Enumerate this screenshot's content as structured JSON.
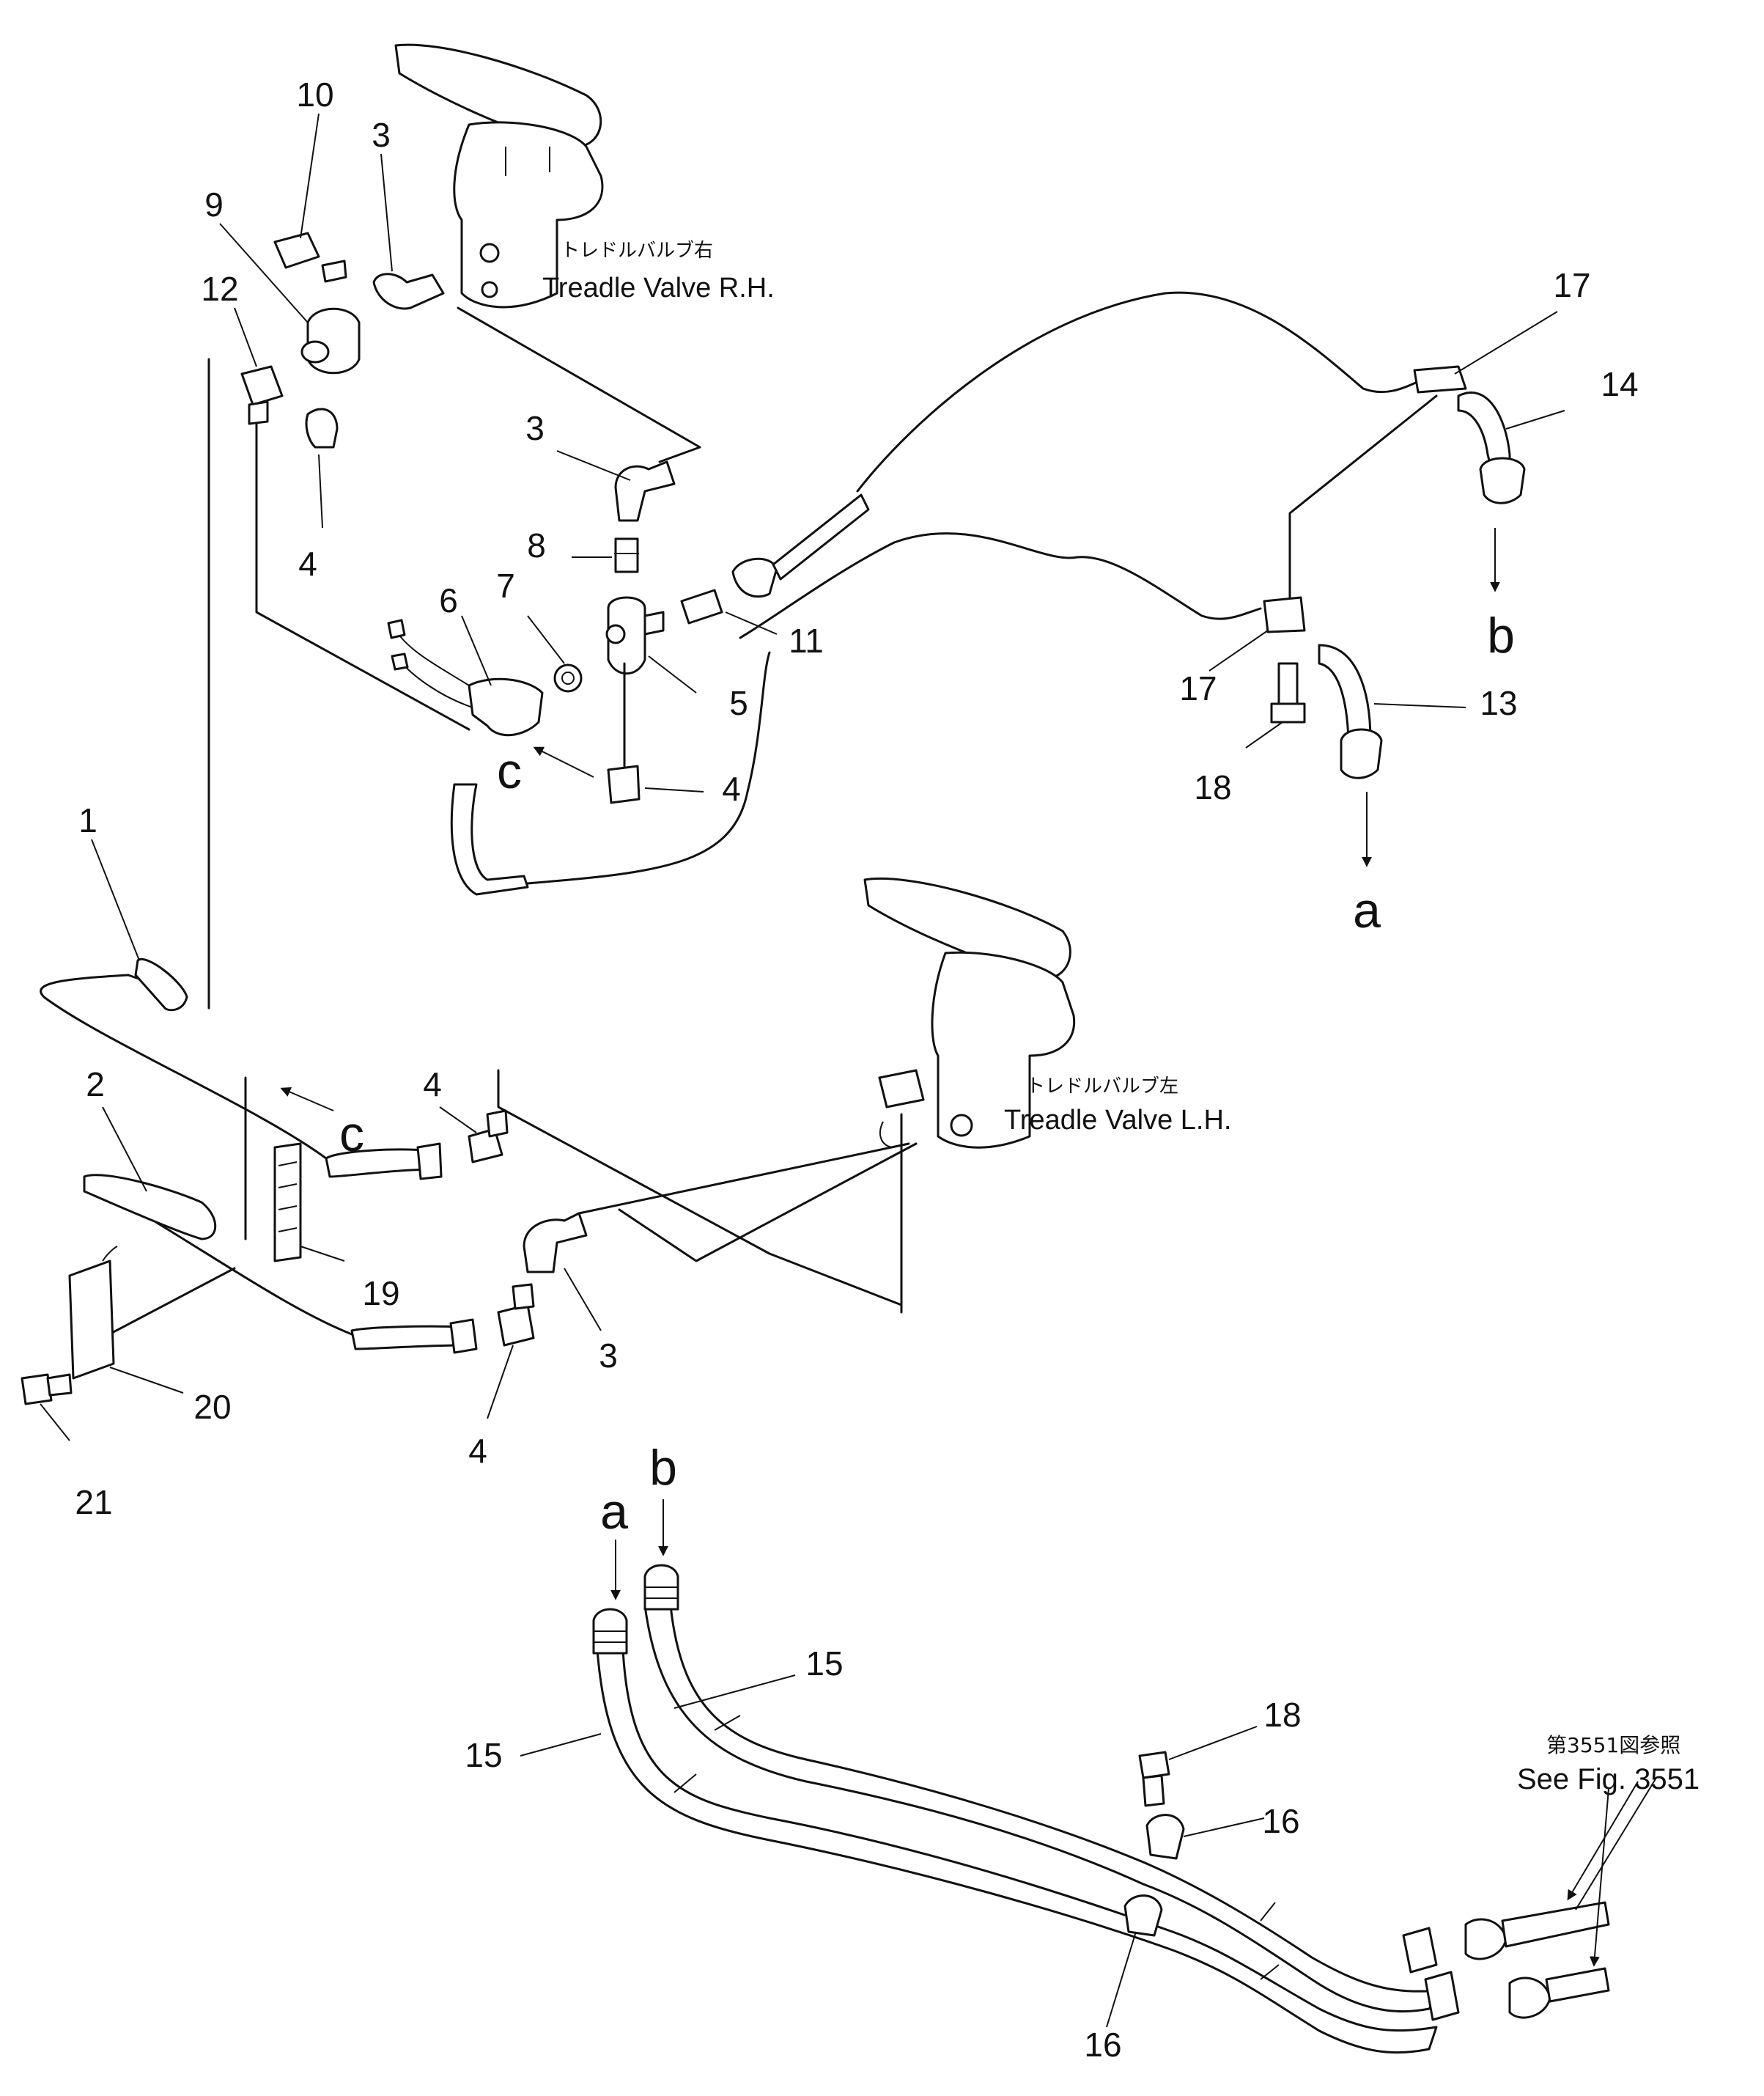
{
  "valves": {
    "right": {
      "jp": "トレドルバルブ右",
      "en": "Treadle Valve R.H."
    },
    "left": {
      "jp": "トレドルバルブ左",
      "en": "Treadle Valve L.H."
    }
  },
  "reference": {
    "jp": "第3551図参照",
    "en": "See Fig. 3551"
  },
  "connectors": {
    "a": "a",
    "b": "b",
    "c": "c"
  },
  "parts": [
    "1",
    "2",
    "3",
    "4",
    "5",
    "6",
    "7",
    "8",
    "9",
    "10",
    "11",
    "12",
    "13",
    "14",
    "15",
    "16",
    "17",
    "18",
    "19",
    "20",
    "21"
  ]
}
